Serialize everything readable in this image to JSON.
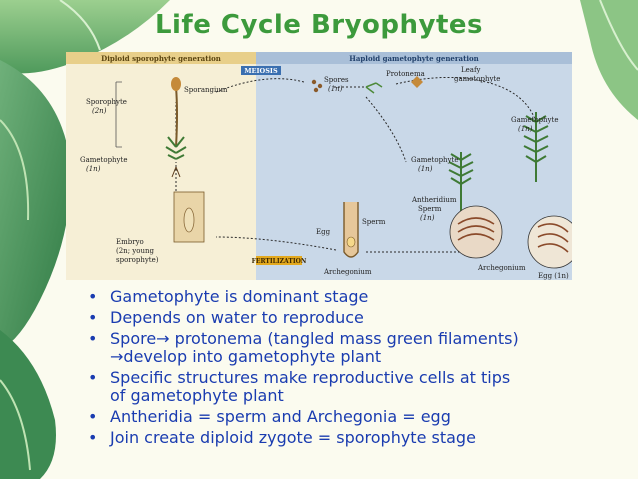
{
  "title": "Life Cycle Bryophytes",
  "figure": {
    "header_left": "Diploid sporophyte generation",
    "header_right": "Haploid gametophyte generation",
    "meiosis": "MEIOSIS",
    "fertilization": "FERTILIZATION",
    "labels": {
      "sporophyte": "Sporophyte",
      "sporophyte_ploidy": "(2n)",
      "sporangium": "Sporangium",
      "gametophyte_left": "Gametophyte",
      "gametophyte_left_ploidy": "(1n)",
      "embryo": "Embryo",
      "embryo_sub1": "(2n; young",
      "embryo_sub2": "sporophyte)",
      "spores": "Spores",
      "spores_ploidy": "(1n)",
      "protonema": "Protonema",
      "leafy1": "Leafy",
      "leafy2": "gametophyte",
      "gametophyte_female": "Gametophyte",
      "gametophyte_female_ploidy": "(1n)",
      "gametophyte_male": "Gametophyte",
      "gametophyte_male_ploidy": "(1n)",
      "antheridium": "Antheridium",
      "sperm_small": "Sperm",
      "sperm_small_ploidy": "(1n)",
      "egg": "Egg",
      "sperm": "Sperm",
      "archegonium_mid": "Archegonium",
      "archegonium_right": "Archegonium",
      "egg_right": "Egg (1n)"
    }
  },
  "bullets": [
    {
      "line1": "Gametophyte is dominant stage",
      "line2": ""
    },
    {
      "line1": "Depends on water to reproduce",
      "line2": ""
    },
    {
      "line1": "Spore→ protonema (tangled mass green filaments)",
      "line2": "→develop into gametophyte plant"
    },
    {
      "line1": "Specific structures make reproductive cells at tips",
      "line2": "of gametophyte plant"
    },
    {
      "line1": "Antheridia = sperm and Archegonia = egg",
      "line2": ""
    },
    {
      "line1": "Join create diploid zygote = sporophyte stage",
      "line2": ""
    }
  ],
  "colors": {
    "title": "#3c9a3c",
    "bullet_text": "#1a3cb0",
    "left_panel": "#f6efd6",
    "right_panel": "#c9d8e8",
    "header_left": "#e8cf8a",
    "header_right": "#a9bfd8"
  }
}
